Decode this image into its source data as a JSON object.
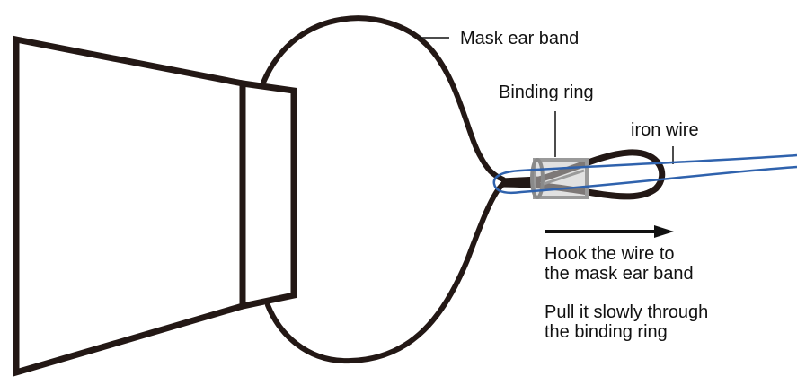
{
  "labels": {
    "ear_band": "Mask ear band",
    "binding_ring": "Binding ring",
    "iron_wire": "iron wire"
  },
  "instructions": [
    {
      "lines": [
        "Hook the wire to",
        "the mask ear band"
      ]
    },
    {
      "lines": [
        "Pull it slowly through",
        "the binding ring"
      ]
    }
  ],
  "colors": {
    "outline": "#231815",
    "wire": "#2f62ad",
    "ring": "#9a9a9a",
    "text": "#111111"
  }
}
